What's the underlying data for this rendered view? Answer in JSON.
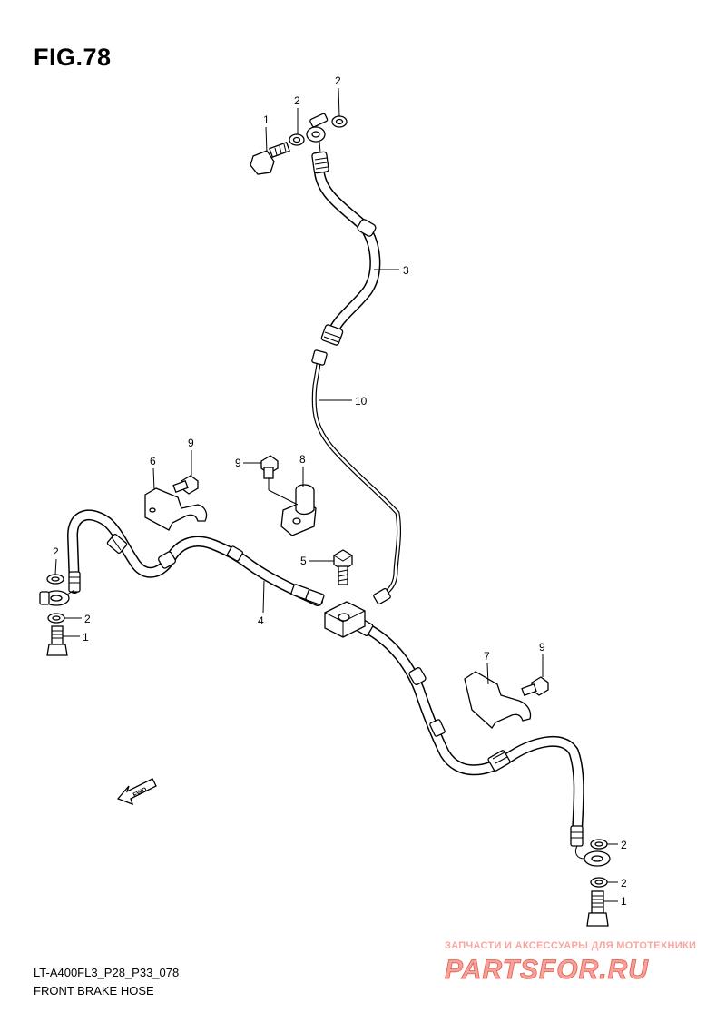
{
  "figure": {
    "title": "FIG.78",
    "model_code": "LT-A400FL3_P28_P33_078",
    "caption": "FRONT BRAKE HOSE"
  },
  "callouts": [
    {
      "id": "callout-1-top",
      "label": "1"
    },
    {
      "id": "callout-2-top-a",
      "label": "2"
    },
    {
      "id": "callout-2-top-b",
      "label": "2"
    },
    {
      "id": "callout-3",
      "label": "3"
    },
    {
      "id": "callout-10",
      "label": "10"
    },
    {
      "id": "callout-9-a",
      "label": "9"
    },
    {
      "id": "callout-6",
      "label": "6"
    },
    {
      "id": "callout-9-b",
      "label": "9"
    },
    {
      "id": "callout-8",
      "label": "8"
    },
    {
      "id": "callout-5",
      "label": "5"
    },
    {
      "id": "callout-4",
      "label": "4"
    },
    {
      "id": "callout-2-left-a",
      "label": "2"
    },
    {
      "id": "callout-2-left-b",
      "label": "2"
    },
    {
      "id": "callout-1-left",
      "label": "1"
    },
    {
      "id": "callout-7",
      "label": "7"
    },
    {
      "id": "callout-9-c",
      "label": "9"
    },
    {
      "id": "callout-2-right-a",
      "label": "2"
    },
    {
      "id": "callout-2-right-b",
      "label": "2"
    },
    {
      "id": "callout-1-right",
      "label": "1"
    }
  ],
  "direction_marker": {
    "label": "FWD",
    "icon": "fwd-arrow-icon"
  },
  "watermark": {
    "tagline": "ЗАПЧАСТИ И АКСЕССУАРЫ ДЛЯ МОТОТЕХНИКИ",
    "logo_text": "PARTSFOR.RU",
    "color": "#e8574c"
  }
}
